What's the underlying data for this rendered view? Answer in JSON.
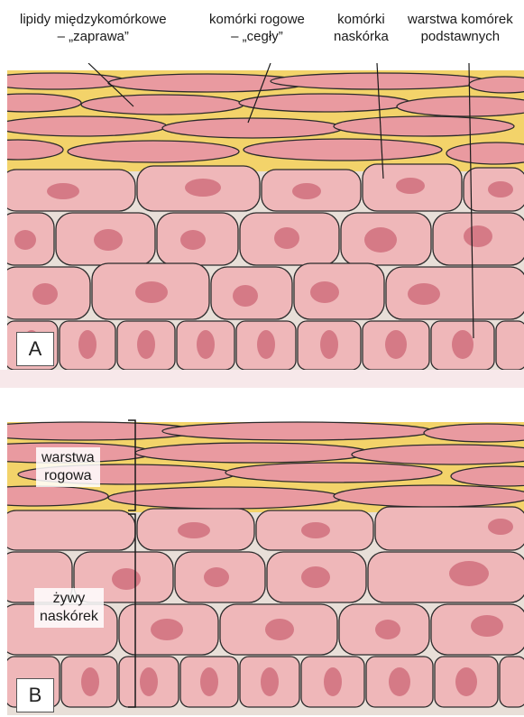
{
  "panel_a": {
    "labels": {
      "lipids_line1": "lipidy międzykomórkowe",
      "lipids_line2": "– „zaprawa”",
      "keratin_line1": "komórki rogowe",
      "keratin_line2": "– „cegły”",
      "keratinocytes_line1": "komórki",
      "keratinocytes_line2": "naskórka",
      "basal_line1": "warstwa komórek",
      "basal_line2": "podstawnych"
    },
    "letter": "A"
  },
  "panel_b": {
    "labels": {
      "horny_line1": "warstwa",
      "horny_line2": "rogowa",
      "living_line1": "żywy",
      "living_line2": "naskórek"
    },
    "letter": "B"
  },
  "colors": {
    "lipid": "#f3d36a",
    "cell": "#efb7b9",
    "horny_cell": "#e99aa0",
    "nucleus": "#d57a86",
    "outline": "#2b2b2b",
    "bottom_band": "#f7e8ea"
  }
}
